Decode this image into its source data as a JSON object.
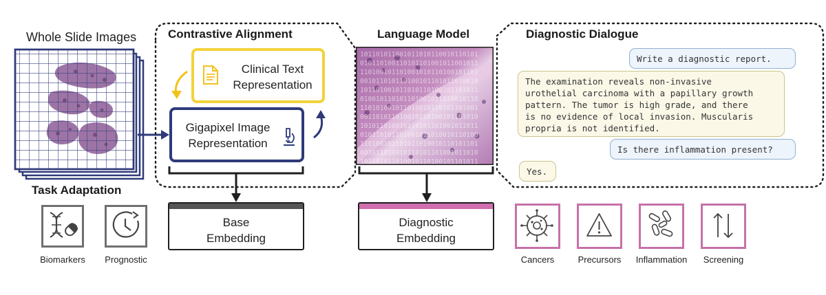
{
  "whole_slide": {
    "title": "Whole Slide Images"
  },
  "contrastive": {
    "title": "Contrastive Alignment",
    "clinical_text": [
      "Clinical Text",
      "Representation"
    ],
    "gigapixel": [
      "Gigapixel Image",
      "Representation"
    ]
  },
  "language_model": {
    "title": "Language Model"
  },
  "dialogue": {
    "title": "Diagnostic Dialogue",
    "messages": [
      {
        "role": "user",
        "text": "Write a diagnostic report."
      },
      {
        "role": "assistant",
        "lines": [
          "The examination reveals non-invasive",
          "urothelial carcinoma with a papillary growth",
          "pattern. The tumor is high grade, and there",
          "is no evidence of local invasion. Muscularis",
          "propria is not identified."
        ]
      },
      {
        "role": "user",
        "text": "Is there inflammation present?"
      },
      {
        "role": "assistant",
        "text": "Yes."
      }
    ]
  },
  "task_adaptation": {
    "title": "Task Adaptation",
    "items": [
      {
        "label": "Biomarkers",
        "icon": "dna-pill-icon"
      },
      {
        "label": "Prognostic",
        "icon": "clock-icon"
      }
    ]
  },
  "base_embedding": {
    "lines": [
      "Base",
      "Embedding"
    ],
    "bar_color": "#555555"
  },
  "diagnostic_embedding": {
    "lines": [
      "Diagnostic",
      "Embedding"
    ],
    "bar_color": "#cf6fae"
  },
  "diagnostic_tasks": [
    {
      "label": "Cancers",
      "icon": "cancer-cell-icon"
    },
    {
      "label": "Precursors",
      "icon": "warning-icon"
    },
    {
      "label": "Inflammation",
      "icon": "bacteria-icon"
    },
    {
      "label": "Screening",
      "icon": "up-down-arrows-icon"
    }
  ],
  "colors": {
    "navy": "#2f3a7a",
    "yellow": "#f2d23a",
    "pink": "#c671a8",
    "gray": "#6f6f6f"
  }
}
